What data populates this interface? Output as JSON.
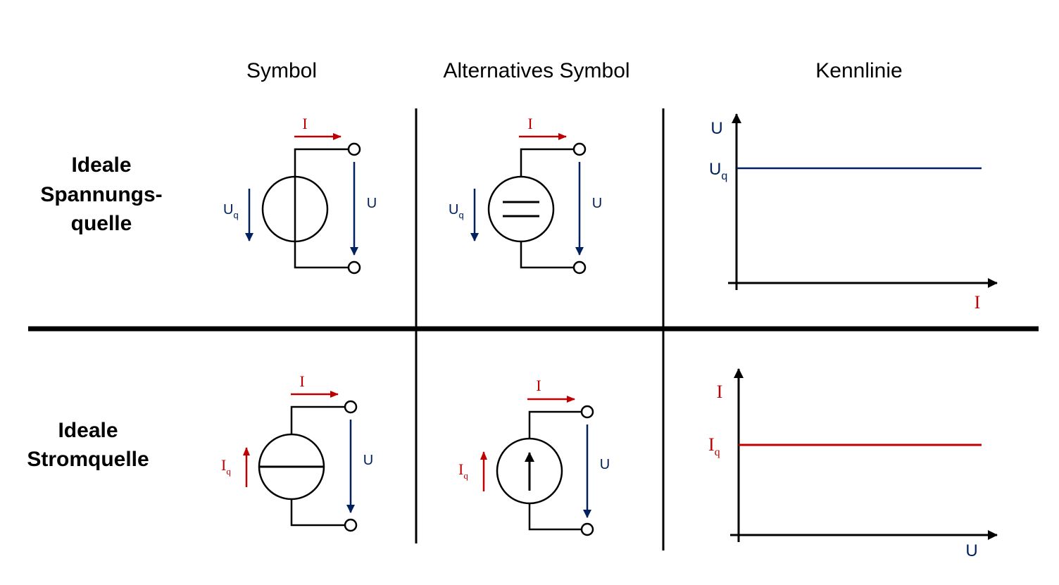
{
  "headers": {
    "symbol": "Symbol",
    "alt_symbol": "Alternatives Symbol",
    "characteristic": "Kennlinie"
  },
  "rows": {
    "voltage": {
      "label_line1": "Ideale",
      "label_line2": "Spannungs-",
      "label_line3": "quelle"
    },
    "current": {
      "label_line1": "Ideale",
      "label_line2": "Stromquelle"
    }
  },
  "symbols": {
    "current_label": "I",
    "voltage_label": "U",
    "source_voltage_main": "U",
    "source_voltage_sub": "q",
    "source_current_main": "I",
    "source_current_sub": "q"
  },
  "charts": {
    "voltage_source": {
      "y_axis_label": "U",
      "x_axis_label": "I",
      "level_label_main": "U",
      "level_label_sub": "q"
    },
    "current_source": {
      "y_axis_label": "I",
      "x_axis_label": "U",
      "level_label_main": "I",
      "level_label_sub": "q"
    }
  },
  "colors": {
    "current_red": "#c00000",
    "voltage_blue": "#002060",
    "line_black": "#000000"
  }
}
